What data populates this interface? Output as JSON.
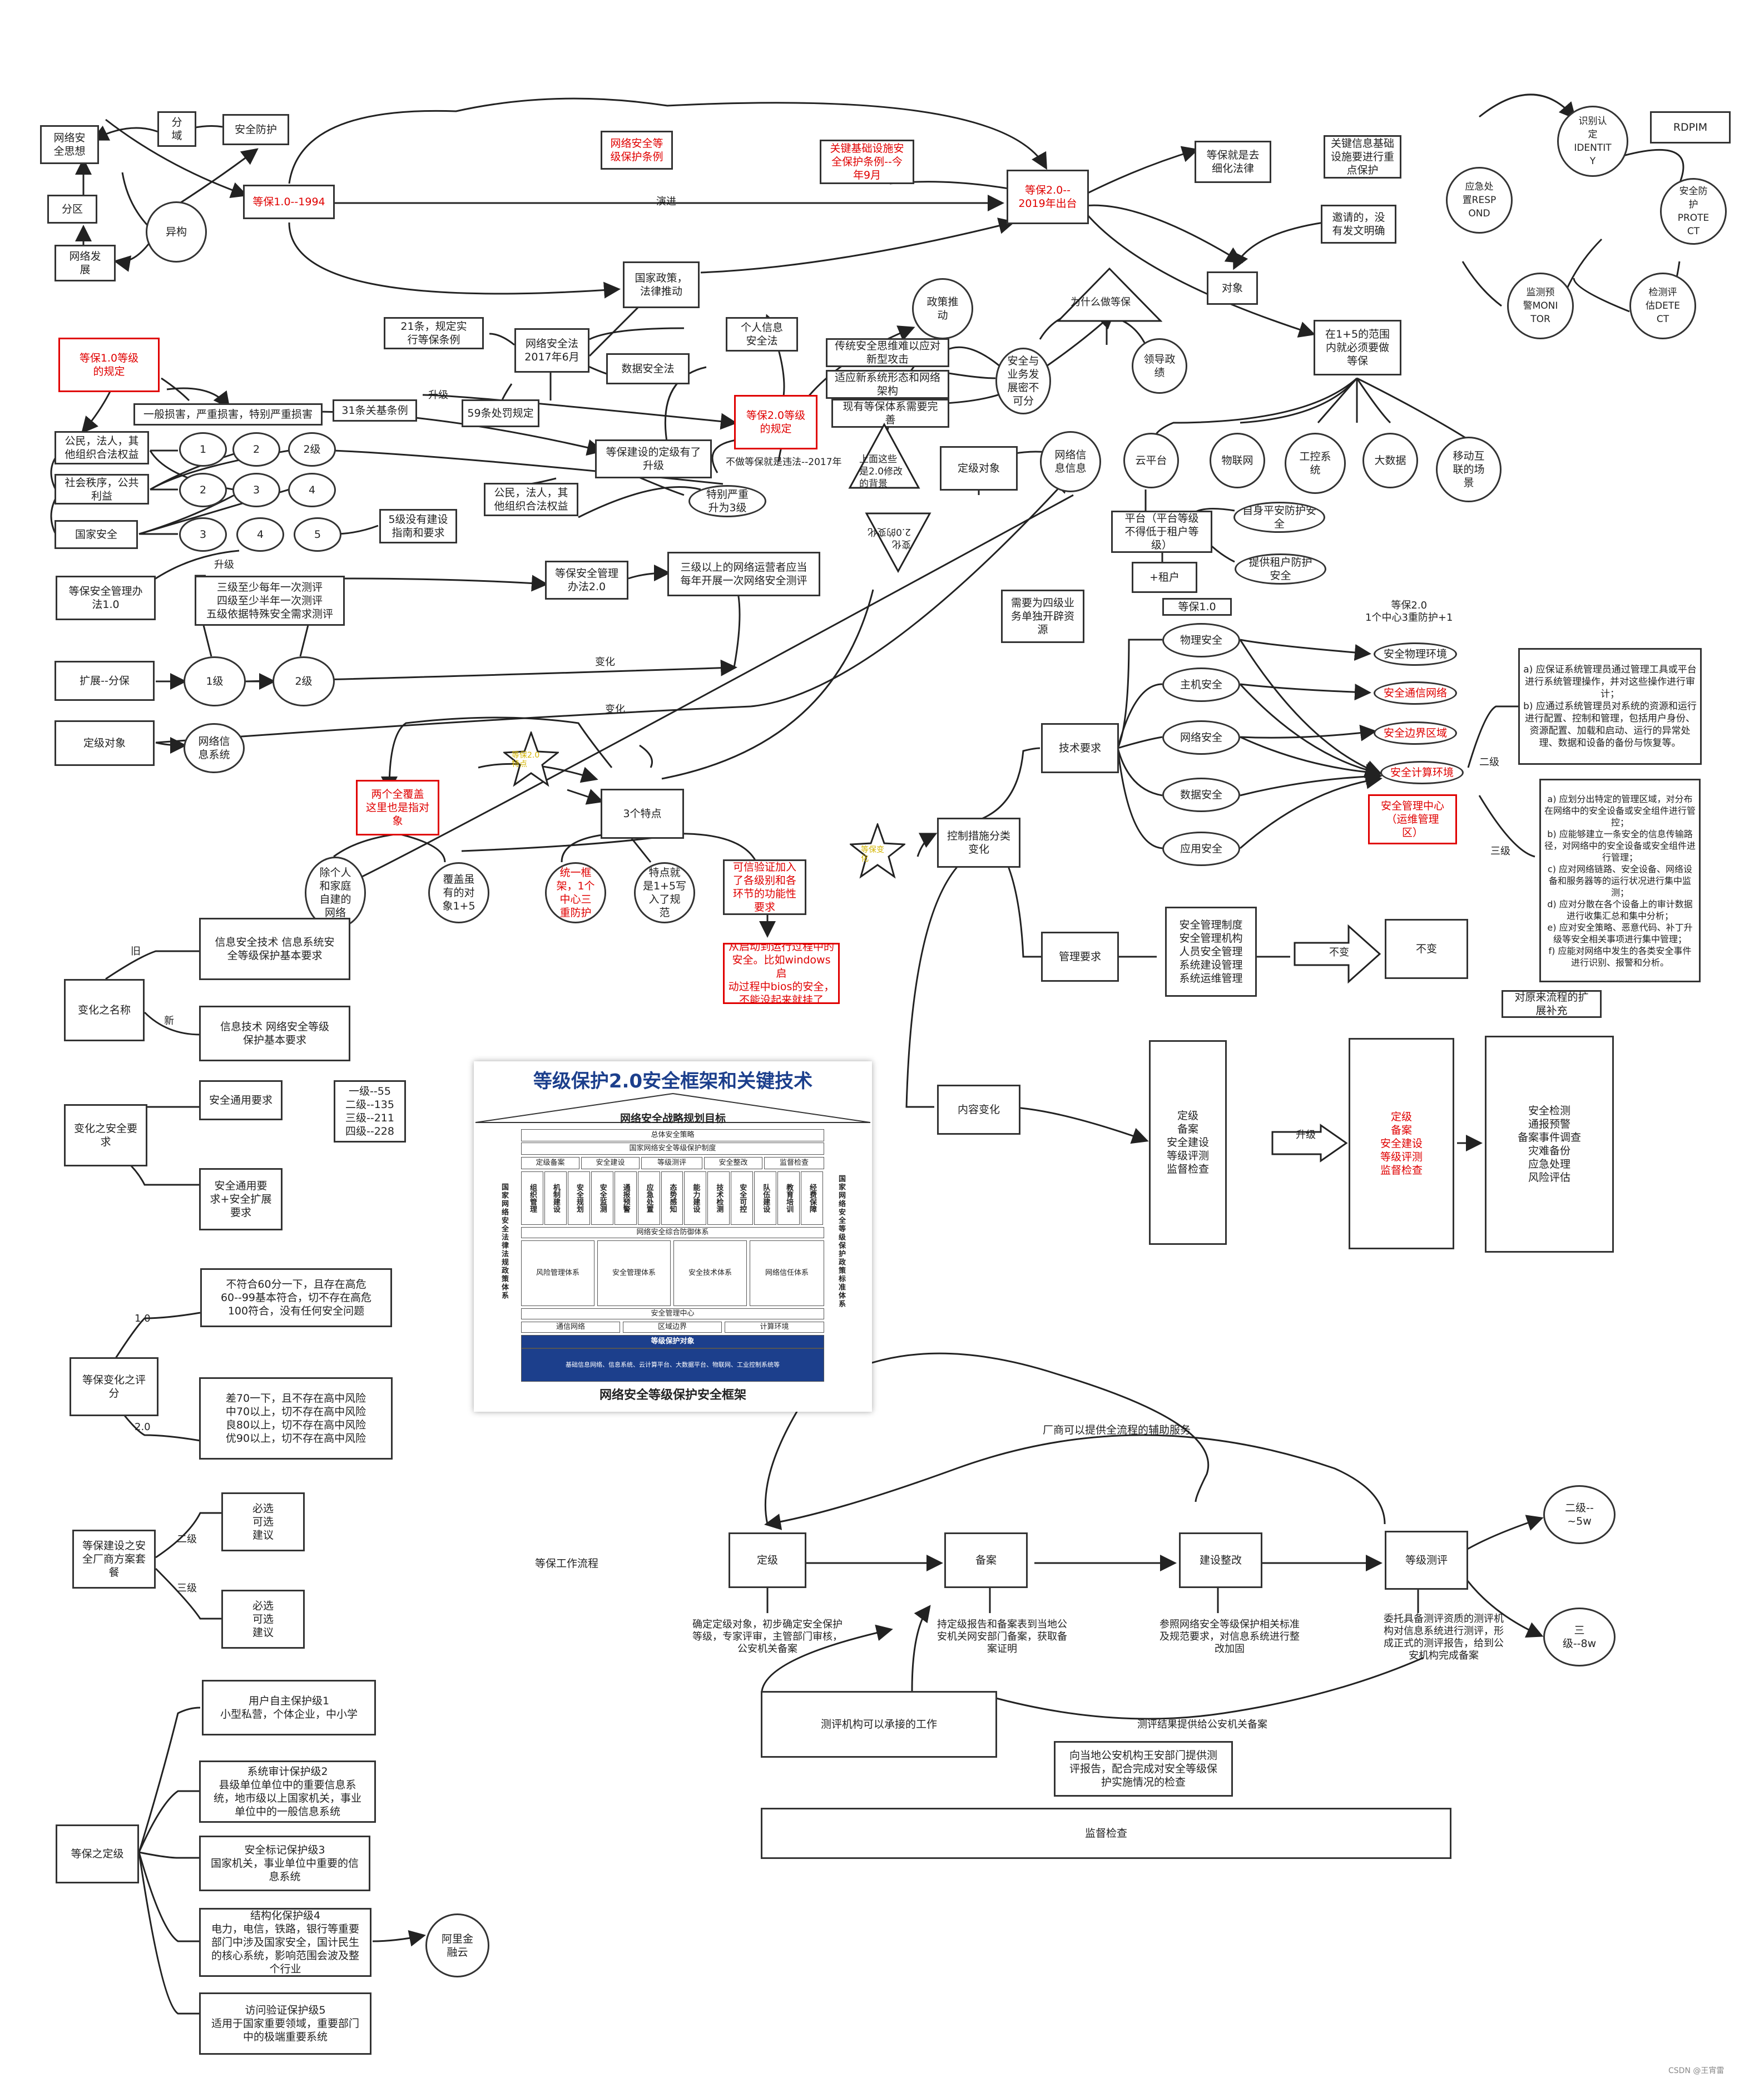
{
  "left_top": {
    "wangluo_sixiang": "网络安\n全思想",
    "fenyu": "分\n域",
    "anquan_fanghu": "安全防护",
    "fenqu": "分区",
    "yigou": "异构",
    "wangluo_fazhan": "网络发\n展",
    "dengbao10_1994": "等保1.0--1994",
    "tiaoli": "网络安全等\n级保护条例",
    "yanjin": "演进",
    "guanjian_tiaoli": "关键基础设施安\n全保护条例--今\n年9月",
    "dengbao20_2019": "等保2.0--\n2019年出台",
    "guojia_zhengce": "国家政策，\n法律推动",
    "dengbao_xihua": "等保就是去\n细化法律",
    "guanjian_xinxi": "关键信息基础\n设施要进行重\n点保护",
    "yaoqing": "邀请的，没\n有发文明确",
    "duixiang": "对象",
    "zhengce_tuidong": "政策推\n动",
    "weishenme": "为什么做等保",
    "lingdao": "领导政\n绩",
    "anquan_yewu": "安全与\n业务发\n展密不\n可分",
    "chuantong": "传统安全思维难以应对\n新型攻击",
    "shiying": "适应新系统形态和网络\n架构",
    "xianyou": "现有等保体系需要完\n善",
    "shangmian": "上面这些\n是2.0修改\n的背景",
    "bianhua_tri": "变化\n2.0的变化"
  },
  "identity_cycle": {
    "rdpim": "RDPIM",
    "identify": "识别认\n定\nIDENTIT\nY",
    "protect": "安全防\n护\nPROTE\nCT",
    "detect": "检测评\n估DETE\nCT",
    "monitor": "监测预\n警MONI\nTOR",
    "respond": "应急处\n置RESP\nOND"
  },
  "scope": {
    "zai15": "在1+5的范围\n内就必须要做\n等保",
    "yunpingtai": "云平台",
    "wulianwang": "物联网",
    "gongkong": "工控系\n统",
    "dashuju": "大数据",
    "yidong": "移动互\n联的场\n景",
    "pingtai": "平台（平台等级\n不得低于租户等\n级）",
    "zuhu": "+租户",
    "ziShen": "自身平安防护安\n全",
    "tigong": "提供租户防护\n安全",
    "siji": "需要为四级业\n务单独开辟资\n源",
    "dingji_duixiang": "定级对象",
    "wangluo_xinxi": "网络信\n息信息"
  },
  "law": {
    "dengbao10_guiding": "等保1.0等级\n的规定",
    "t21": "21条，规定实\n行等保条例",
    "wangluo_anquanfa": "网络安全法\n2017年6月",
    "geren_xinxi": "个人信息\n安全法",
    "shuju_anquanfa": "数据安全法",
    "t31": "31条关基条例",
    "t59": "59条处罚规定",
    "shengji": "升级",
    "yiban_sunhai": "一般损害，严重损害，特别严重损害",
    "dengbao_dingyi": "等保建设的定级有了\n升级",
    "dengbao20_guiding": "等保2.0等级\n的规定",
    "bu_zuo": "不做等保就是违法--2017年",
    "gongmin2": "公民，法人，其\n他组织合法权益",
    "tebie": "特别严重\n升为3级"
  },
  "levels": {
    "gongmin": "公民，法人，其\n他组织合法权益",
    "shehui": "社会秩序，公共\n利益",
    "guojia": "国家安全",
    "n1": "1",
    "n2": "2",
    "n2j": "2级",
    "n2b": "2",
    "n3": "3",
    "n4": "4",
    "n3b": "3",
    "n4b": "4",
    "n5": "5",
    "wuji": "5级没有建设\n指南和要求",
    "shengji2": "升级",
    "guanli_banfa10": "等保安全管理办\n法1.0",
    "sanji": "三级至少每年一次测评\n四级至少半年一次测评\n五级依据特殊安全需求测评",
    "guanli_banfa20": "等保安全管理\n办法2.0",
    "sanji_yishang": "三级以上的网络运营者应当\n每年开展一次网络安全测评",
    "kuozhan": "扩展--分保",
    "ji1": "1级",
    "ji2": "2级",
    "bianhua1": "变化",
    "bianhua2": "变化",
    "dingji": "定级对象",
    "wangluo_xitong": "网络信\n息系统"
  },
  "features": {
    "liangge": "两个全覆盖\n这里也是指对\n象",
    "tedian": "3个特点",
    "star_label": "等保2.0\n特点",
    "chu_geren": "除个人\n和家庭\n自建的\n网络",
    "fugai": "覆盖虽\n有的对\n象1+5",
    "tongyi": "统一框\n架，1个\n中心三\n重防护",
    "tedian_jiushi": "特点就\n是1+5写\n入了规\n范",
    "kexin": "可信验证加入\n了各级别和各\n环节的功能性\n要求",
    "qidong": "从启动到运行过程中的\n安全。比如windows启\n动过程中bios的安全，\n不能没起来就挂了"
  },
  "controls": {
    "star_label": "等保变\n化",
    "kongzhi": "控制措施分类\n变化",
    "jishu": "技术要求",
    "guanli": "管理要求",
    "wuli": "物理安全",
    "zhuji": "主机安全",
    "wangluo": "网络安全",
    "shuju": "数据安全",
    "yingyong": "应用安全",
    "dengbao10": "等保1.0",
    "dengbao20": "等保2.0\n1个中心3重防护+1",
    "wuli_huanjing": "安全物理环境",
    "tongxin": "安全通信网络",
    "bianjie": "安全边界区域",
    "jisuan": "安全计算环境",
    "guanli_zhongxin": "安全管理中心\n（运维管理\n区）",
    "erji": "二级",
    "sanji": "三级",
    "erji_text": "a) 应保证系统管理员通过管理工具或平台进行系统管理操作，并对这些操作进行审计；\nb) 应通过系统管理员对系统的资源和运行进行配置、控制和管理，包括用户身份、资源配置、加载和启动、运行的异常处理、数据和设备的备份与恢复等。",
    "sanji_text": "a) 应划分出特定的管理区域，对分布在网络中的安全设备或安全组件进行管控；\nb) 应能够建立一条安全的信息传输路径，对网络中的安全设备或安全组件进行管理；\nc) 应对网络链路、安全设备、网络设备和服务器等的运行状况进行集中监测；\nd) 应对分散在各个设备上的审计数据进行收集汇总和集中分析；\ne) 应对安全策略、恶意代码、补丁升级等安全相关事项进行集中管理；\nf) 应能对网络中发生的各类安全事件进行识别、报警和分析。",
    "guanli_list": "安全管理制度\n安全管理机构\n人员安全管理\n系统建设管理\n系统运维管理",
    "bubian": "不变",
    "bubian_label": "不变",
    "duiyuan": "对原来流程的扩\n展补充",
    "neirong": "内容变化",
    "neirong_list": "定级\n备案\n安全建设\n等级评测\n监督检查",
    "shengji": "升级",
    "neirong_red": "定级\n备案\n安全建设\n等级评测\n监督检查",
    "neirong_new": "安全检测\n通报预警\n备案事件调查\n灾难备份\n应急处理\n风险评估"
  },
  "change": {
    "mingcheng": "变化之名称",
    "jiu": "旧",
    "xin": "新",
    "jiu_text": "信息安全技术 信息系统安\n全等级保护基本要求",
    "xin_text": "信息技术    网络安全等级\n保护基本要求",
    "yaoqiu": "变化之安全要\n求",
    "tongyong": "安全通用要求",
    "tongyong_kuozhan": "安全通用要\n求+安全扩展\n要求",
    "yiji": "一级--55\n二级--135\n三级--211\n四级--228",
    "pingfen": "等保变化之评\n分",
    "v10": "1.0",
    "v20": "2.0",
    "pingfen10": "不符合60分一下，且存在高危\n60--99基本符合，切不存在高危\n100符合，没有任何安全问题",
    "pingfen20": "差70一下，且不存在高中风险\n中70以上，切不存在高中风险\n良80以上，切不存在高中风险\n优90以上，切不存在高中风险",
    "changshang": "等保建设之安\n全厂商方案套\n餐",
    "erji": "二级",
    "sanji": "三级",
    "bixuan1": "必选\n可选\n建议",
    "bixuan2": "必选\n可选\n建议",
    "dingji": "等保之定级",
    "level1": "用户自主保护级1\n小型私营，个体企业，中小学",
    "level2": "系统审计保护级2\n县级单位单位中的重要信息系\n统，地市级以上国家机关，事业\n单位中的一般信息系统",
    "level3": "安全标记保护级3\n国家机关，事业单位中重要的信\n息系统",
    "level4": "结构化保护级4\n电力，电信，铁路，银行等重要\n部门中涉及国家安全，国计民生\n的核心系统，影响范围会波及整\n个行业",
    "level5": "访问验证保护级5\n适用于国家重要领域，重要部门\n中的极端重要系统",
    "alibaba": "阿里金\n融云"
  },
  "workflow": {
    "title": "等保工作流程",
    "changshang": "厂商可以提供全流程的辅助服务",
    "dingji": "定级",
    "beian": "备案",
    "jianshe": "建设整改",
    "ceping": "等级测评",
    "erji": "二级--\n~5w",
    "sanji": "三\n级--8w",
    "dingji_desc": "确定定级对象，初步确定安全保护\n等级，专家评审，主管部门审核，\n公安机关备案",
    "beian_desc": "持定级报告和备案表到当地公\n安机关网安部门备案，获取备\n案证明",
    "jianshe_desc": "参照网络安全等级保护相关标准\n及规范要求，对信息系统进行整\n改加固",
    "ceping_desc": "委托具备测评资质的测评机\n构对信息系统进行测评，形\n成正式的测评报告，给到公\n安机构完成备案",
    "ceping_jigou": "测评机构可以承接的工作",
    "ceping_jieguo": "测评结果提供给公安机关备案",
    "xiang_gongan": "向当地公安机构王安部门提供测\n评报告，配合完成对安全等级保\n护实施情况的检查",
    "jiandu": "监督检查"
  },
  "framework": {
    "title": "等级保护2.0安全框架和关键技术",
    "roof": "网络安全战略规划目标",
    "r1": "总体安全策略",
    "r2": "国家网络安全等级保护制度",
    "cat1": "定级备案",
    "cat2": "安全建设",
    "cat3": "等级测评",
    "cat4": "安全整改",
    "cat5": "监督检查",
    "cols": [
      "组织管理",
      "机制建设",
      "安全规划",
      "安全监测",
      "通报预警",
      "应急处置",
      "态势感知",
      "能力建设",
      "技术检测",
      "安全可控",
      "队伍建设",
      "教育培训",
      "经费保障"
    ],
    "left_pillar": "国家网络安全法律法规政策体系",
    "right_pillar": "国家网络安全等级保护政策标准体系",
    "defense": "网络安全综合防御体系",
    "sys1": "风险管理体系",
    "sys2": "安全管理体系",
    "sys3": "安全技术体系",
    "sys4": "网络信任体系",
    "center": "安全管理中心",
    "env1": "通信网络",
    "env2": "区域边界",
    "env3": "计算环境",
    "target": "等级保护对象",
    "target_items": "基础信息网络、信息系统、云计算平台、大数据平台、物联网、工业控制系统等",
    "caption": "网络安全等级保护安全框架"
  },
  "footer": {
    "watermark": "CSDN @王宵雷"
  },
  "colors": {
    "red": "#e00000",
    "navy": "#1c3f8c",
    "line": "#222222"
  }
}
